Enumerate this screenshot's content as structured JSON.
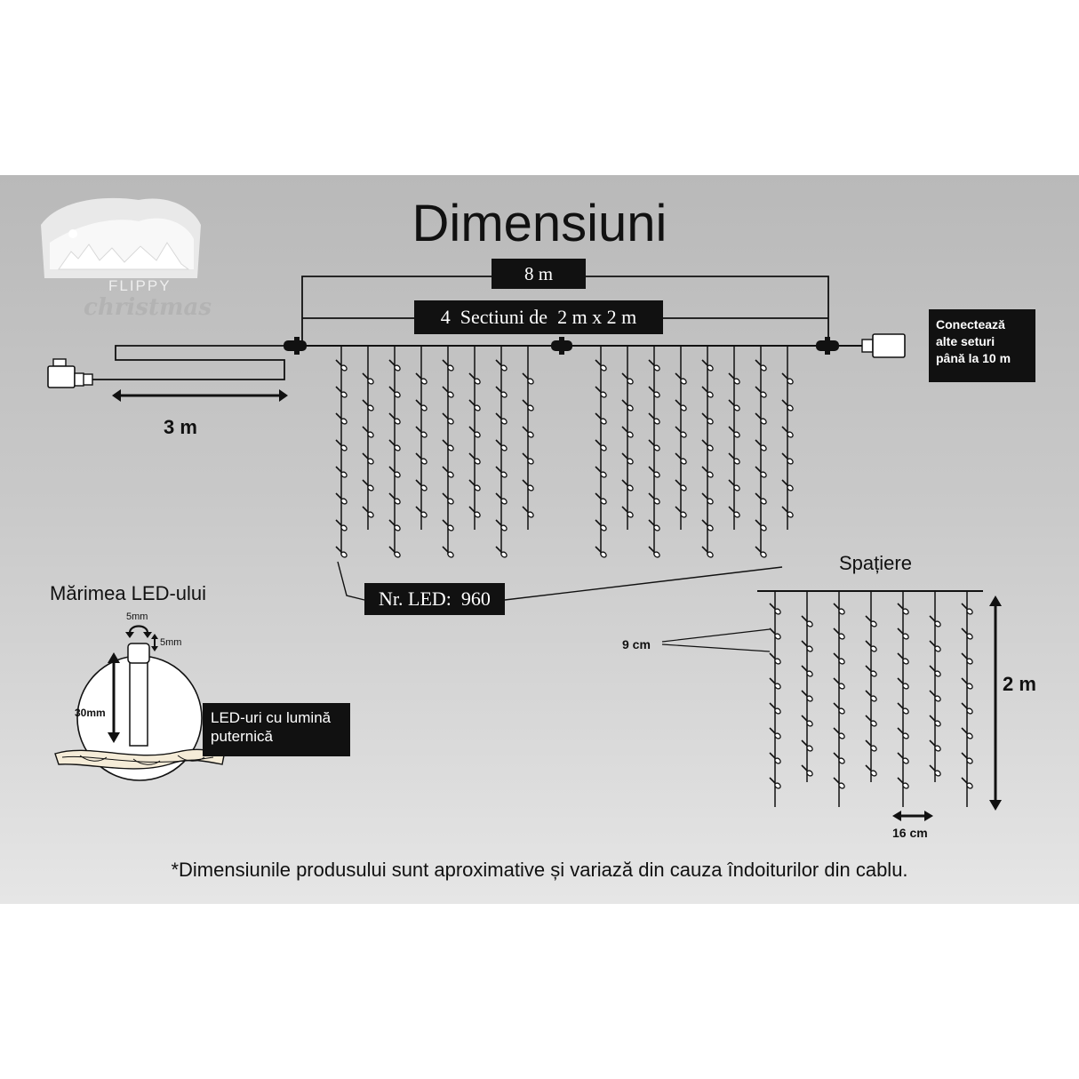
{
  "title": "Dimensiuni",
  "total_width_label": "8 m",
  "sections_label": "4  Sectiuni de  2 m x 2 m",
  "lead_cable_label": "3 m",
  "connect_note": [
    "Conectează",
    "alte seturi",
    "până la 10 m"
  ],
  "led_count_label": "Nr. LED:  960",
  "led_size": {
    "heading": "Mărimea LED-ului",
    "width_label": "5mm",
    "height_label": "5mm",
    "length_label": "30mm",
    "note": [
      "LED-uri cu lumină",
      "puternică"
    ]
  },
  "spacing": {
    "heading": "Spațiere",
    "vertical_label": "9 cm",
    "horizontal_label": "16 cm",
    "height_label": "2 m"
  },
  "footnote": "*Dimensiunile produsului sunt aproximative și variază din cauza îndoiturilor din cablu.",
  "logo": {
    "brand_top": "FLIPPY",
    "brand_script": "christmas"
  },
  "colors": {
    "panel": "#c4c4c4",
    "ink": "#111111",
    "note_bg": "#111111",
    "led": "#ffffff"
  }
}
